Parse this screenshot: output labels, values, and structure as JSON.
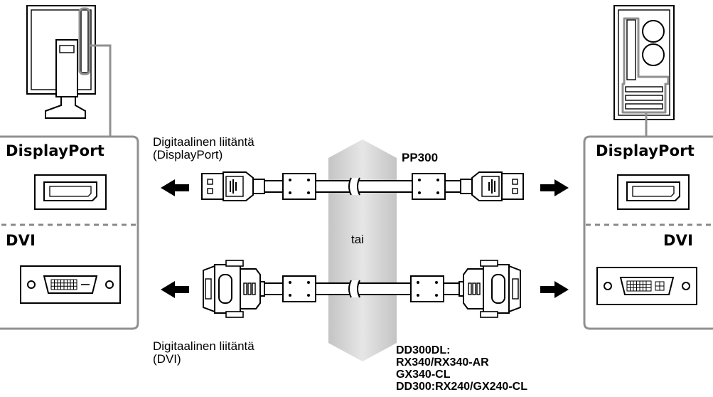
{
  "left_panel": {
    "port1_title": "DisplayPort",
    "port2_title": "DVI"
  },
  "right_panel": {
    "port1_title": "DisplayPort",
    "port2_title": "DVI"
  },
  "captions": {
    "digital_dp_line1": "Digitaalinen liitäntä",
    "digital_dp_line2": "(DisplayPort)",
    "digital_dvi_line1": "Digitaalinen liitäntä",
    "digital_dvi_line2": "(DVI)",
    "or": "tai"
  },
  "cables": {
    "dp_model": "PP300",
    "dvi_models": [
      "DD300DL:",
      "RX340/RX340-AR",
      "GX340-CL",
      "DD300:RX240/GX240-CL"
    ]
  },
  "colors": {
    "outline": "#000000",
    "highlight": "#909090",
    "separator": "#888888",
    "band": "#d8d8d8"
  },
  "icons": [
    "monitor-rear-icon",
    "pc-tower-icon",
    "displayport-socket-icon",
    "dvi-socket-icon",
    "displayport-plug-icon",
    "dvi-plug-icon",
    "arrow-left-icon",
    "arrow-right-icon",
    "cable-break-icon"
  ]
}
